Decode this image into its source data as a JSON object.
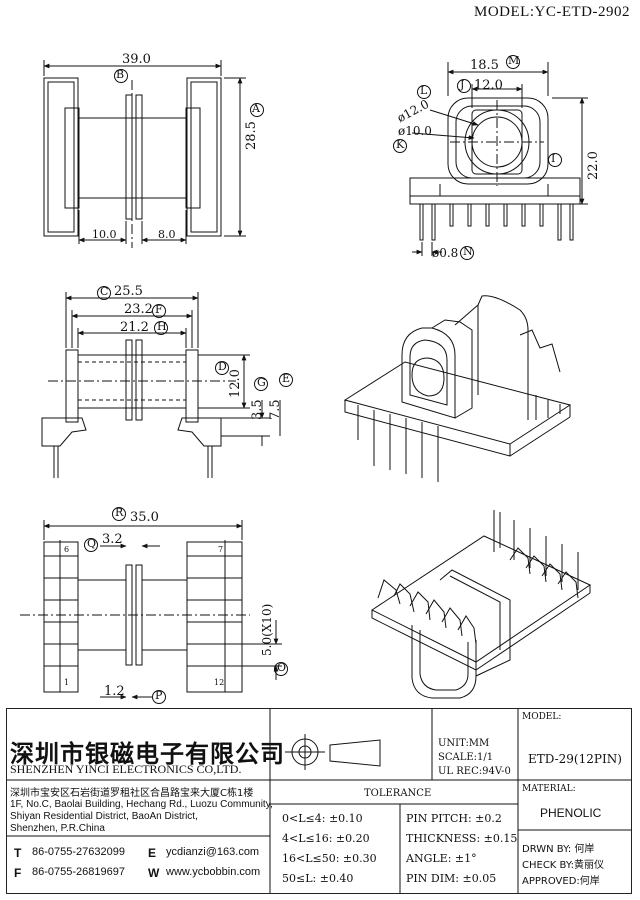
{
  "model_title": "MODEL:YC-ETD-2902",
  "views": {
    "top_left": {
      "dim_total_width": "39.0",
      "dim_height": "28.5",
      "dim_left": "10.0",
      "dim_right": "8.0",
      "markers": [
        "A",
        "B"
      ]
    },
    "top_right": {
      "dim_width": "18.5",
      "dim_j": "12.0",
      "dim_l": "ø12.0",
      "dim_k": "ø10.0",
      "dim_height": "22.0",
      "dim_pin": "ø0.8",
      "markers": [
        "M",
        "J",
        "L",
        "K",
        "I",
        "N"
      ]
    },
    "middle_left": {
      "dim_c": "25.5",
      "dim_f": "23.2",
      "dim_h": "21.2",
      "dim_d": "12.0",
      "dim_g": "3.5",
      "dim_e": "7.5",
      "markers": [
        "C",
        "F",
        "H",
        "D",
        "G",
        "E"
      ]
    },
    "bottom_left": {
      "dim_r": "35.0",
      "dim_q": "3.2",
      "dim_o": "5.0(X10)",
      "dim_p": "1.2",
      "pin_labels": [
        "6",
        "7",
        "1",
        "12"
      ],
      "markers": [
        "R",
        "Q",
        "O",
        "P"
      ]
    }
  },
  "company": {
    "name_cn": "深圳市银磁电子有限公司",
    "name_en": "SHENZHEN YINCI ELECTRONICS CO,LTD.",
    "address_cn": "深圳市宝安区石岩街道罗租社区合昌路宝来大厦C栋1楼",
    "address_en_1": "1F, No.C, Baolai Building, Hechang Rd., Luozu Community,",
    "address_en_2": "Shiyan Residential District, BaoAn District,",
    "address_en_3": "Shenzhen, P.R.China",
    "tel_key": "T",
    "tel": "86-0755-27632099",
    "fax_key": "F",
    "fax": "86-0755-26819697",
    "email_key": "E",
    "email": "ycdianzi@163.com",
    "web_key": "W",
    "web": "www.ycbobbin.com"
  },
  "specs": {
    "unit": "UNIT:MM",
    "scale": "SCALE:1/1",
    "ul": "UL REC:94V-0",
    "tolerance_title": "TOLERANCE",
    "tolerance_rows": [
      "0<L≤4: ±0.10",
      "4<L≤16: ±0.20",
      "16<L≤50: ±0.30",
      "50≤L: ±0.40"
    ],
    "pin_rows": [
      "PIN PITCH: ±0.2",
      "THICKNESS: ±0.15",
      "ANGLE: ±1°",
      "PIN DIM: ±0.05"
    ]
  },
  "model_box": {
    "label": "MODEL:",
    "value": "ETD-29(12PIN)",
    "material_label": "MATERIAL:",
    "material": "PHENOLIC",
    "drawn": "DRWN BY: 何岸",
    "check": "CHECK BY:黄丽仪",
    "approved": "APPROVED:何岸"
  }
}
